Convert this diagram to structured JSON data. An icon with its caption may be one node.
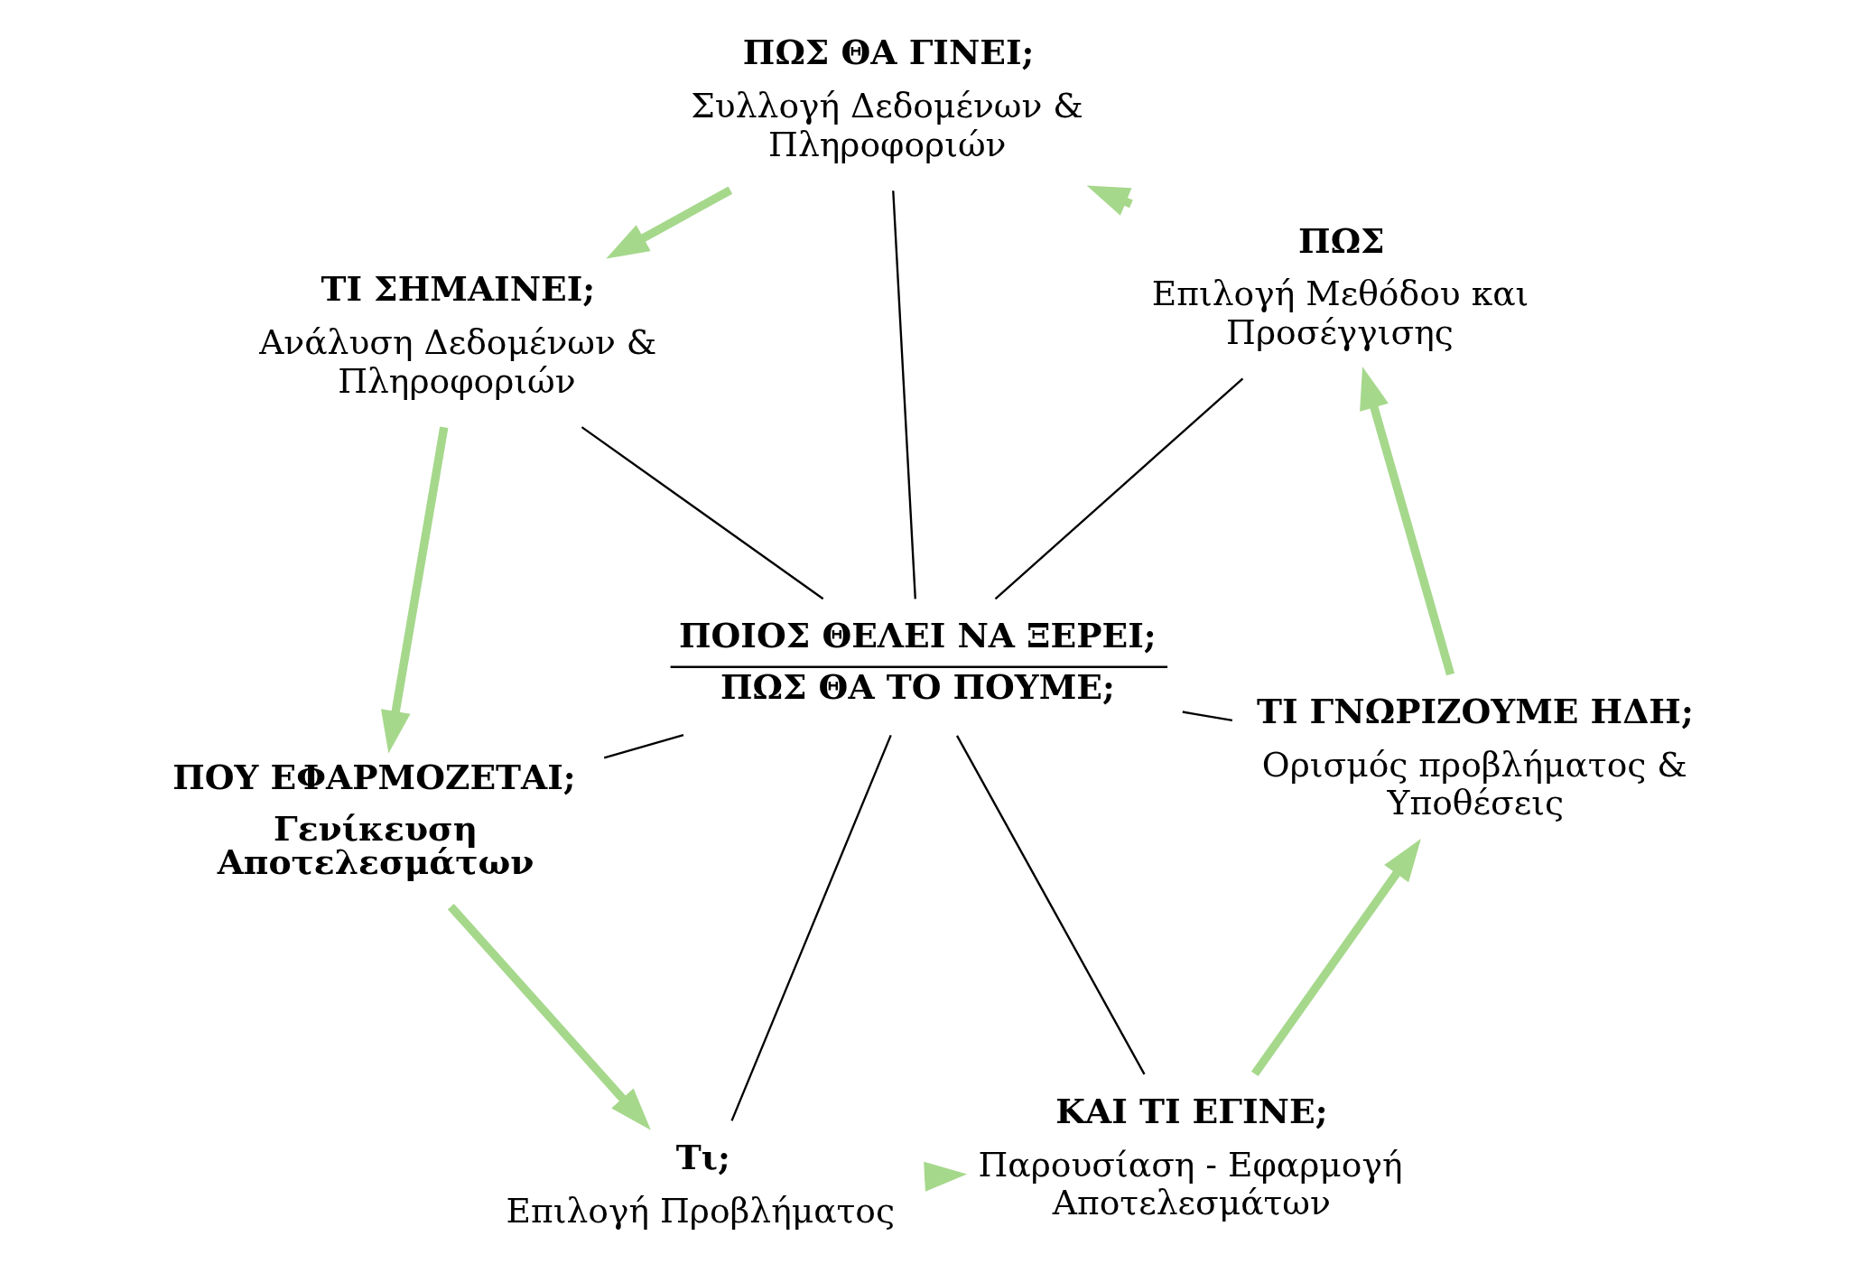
{
  "diagram": {
    "nodes": [
      {
        "text": [
          "Τι;",
          "Επιλογή Προβλήματος"
        ]
      },
      {
        "text": [
          "ΚΑΙ ΤΙ ΕΓΙΝΕ;",
          "Παρουσίαση - Εφαρμογή Αποτελεσμάτων"
        ]
      },
      {
        "text": [
          "ΤΙ ΓΝΩΡΙΖΟΥΜΕ ΗΔΗ;",
          "Ορισμός προβλήματος & Υποθέσεις"
        ]
      },
      {
        "text": [
          "ΠΩΣ",
          "Επιλογή Μεθόδου και Προσέγγισης"
        ]
      },
      {
        "text": [
          "ΠΩΣ ΘΑ ΓΙΝΕΙ;",
          "Συλλογή Δεδομένων & Πληροφοριών"
        ]
      },
      {
        "text": [
          "ΤΙ ΣΗΜΑΙΝΕΙ;",
          "Ανάλυση Δεδομένων & Πληροφοριών"
        ]
      },
      {
        "text": [
          "ΠΟΥ ΕΦΑΡΜΟΖΕΤΑΙ;",
          "Γενίκευση Αποτελεσμάτων"
        ]
      },
      {
        "text": [
          "ΠΟΙΟΣ ΘΕΛΕΙ ΝΑ ΞΕΡΕΙ;",
          "ΠΩΣ ΘΑ ΤΟ ΠΟΥΜΕ;"
        ]
      }
    ],
    "edges": [
      {
        "from": 0,
        "to": 1,
        "arrow": "to",
        "style": "thick",
        "color": "#a6d88c"
      },
      {
        "from": 1,
        "to": 2,
        "arrow": "to",
        "style": "thick",
        "color": "#a6d88c"
      },
      {
        "from": 2,
        "to": 3,
        "arrow": "to",
        "style": "thick",
        "color": "#a6d88c"
      },
      {
        "from": 3,
        "to": 4,
        "arrow": "to",
        "style": "thick",
        "color": "#a6d88c"
      },
      {
        "from": 4,
        "to": 5,
        "arrow": "to",
        "style": "thick",
        "color": "#a6d88c"
      },
      {
        "from": 5,
        "to": 6,
        "arrow": "to",
        "style": "thick",
        "color": "#a6d88c"
      },
      {
        "from": 6,
        "to": 0,
        "arrow": "to",
        "style": "thick",
        "color": "#a6d88c"
      },
      {
        "from": 7,
        "to": 0,
        "arrow": "none"
      },
      {
        "from": 7,
        "to": 1,
        "arrow": "none"
      },
      {
        "from": 7,
        "to": 2,
        "arrow": "none"
      },
      {
        "from": 7,
        "to": 3,
        "arrow": "none"
      },
      {
        "from": 7,
        "to": 4,
        "arrow": "none"
      },
      {
        "from": 7,
        "to": 5,
        "arrow": "none"
      },
      {
        "from": 7,
        "to": 6,
        "arrow": "none"
      }
    ]
  }
}
